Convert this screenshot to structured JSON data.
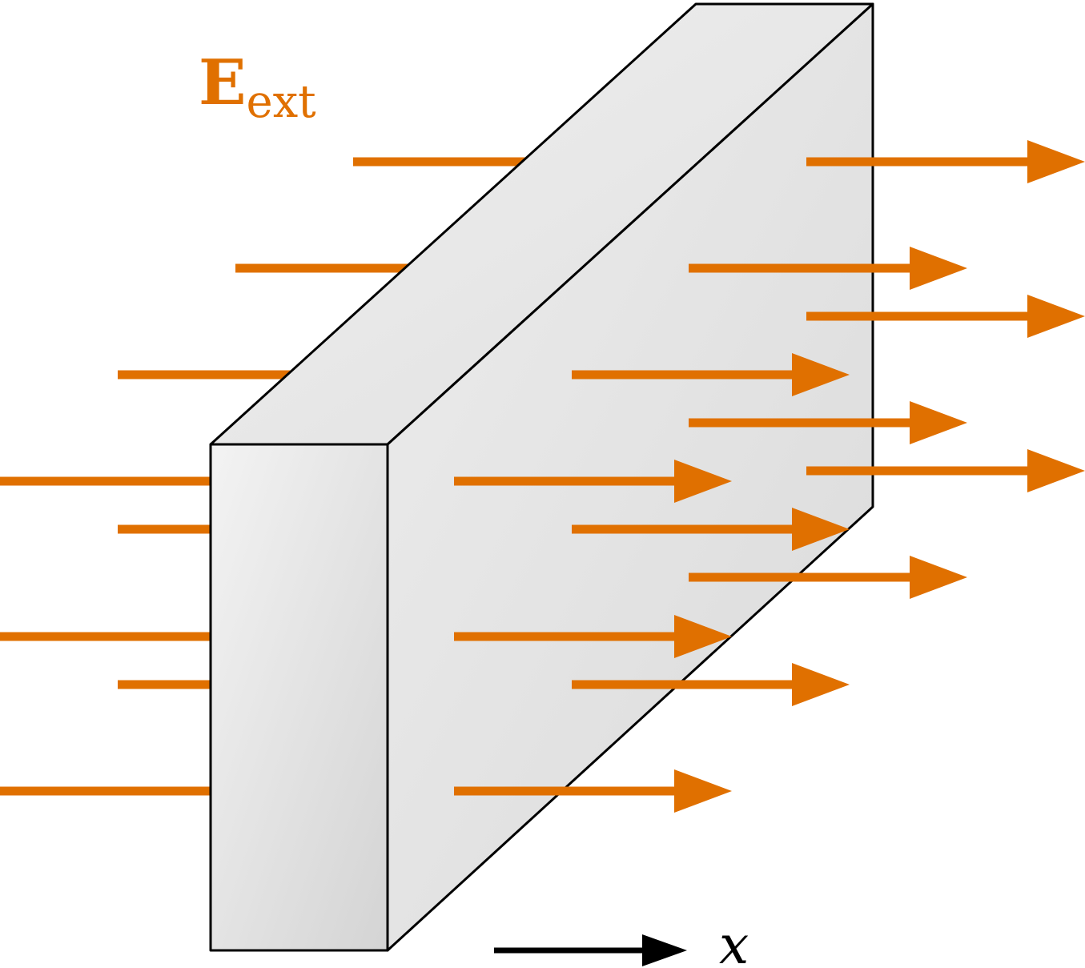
{
  "colors": {
    "field": "#E07000",
    "outline": "#000000",
    "background": "#FFFFFF",
    "slab_light": "#F2F2F2",
    "slab_dark": "#D6D6D6"
  },
  "labels": {
    "field_main": "E",
    "field_sub": "ext",
    "axis": "x"
  },
  "icons": {
    "axis_arrow": "right-arrow-icon",
    "field_arrow": "right-arrow-icon"
  }
}
